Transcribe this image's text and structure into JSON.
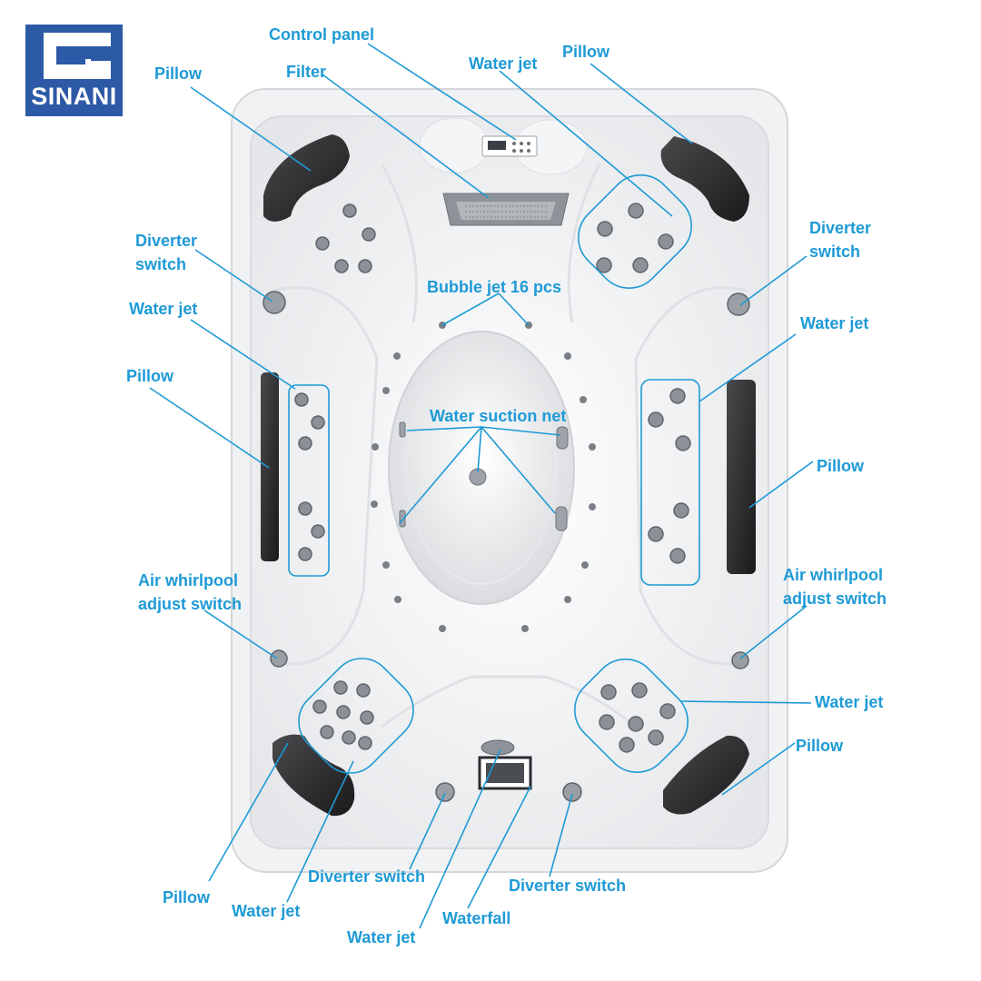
{
  "logo": {
    "text": "SINANI",
    "color": "#2d5aa6"
  },
  "label_color": "#1e9ad6",
  "labels": {
    "control_panel": "Control panel",
    "filter": "Filter",
    "water_jet_top": "Water jet",
    "pillow_top_right": "Pillow",
    "pillow_top_left": "Pillow",
    "diverter_left_1": "Diverter",
    "diverter_left_2": "switch",
    "diverter_right_1": "Diverter",
    "diverter_right_2": "switch",
    "bubble_jet": "Bubble jet 16 pcs",
    "water_jet_left": "Water jet",
    "water_jet_right": "Water jet",
    "pillow_left": "Pillow",
    "water_suction": "Water suction net",
    "pillow_right": "Pillow",
    "air_left_1": "Air whirlpool",
    "air_left_2": "adjust switch",
    "air_right_1": "Air whirlpool",
    "air_right_2": "adjust switch",
    "water_jet_lower_right": "Water jet",
    "pillow_lower_right": "Pillow",
    "diverter_bottom_left": "Diverter switch",
    "diverter_bottom_right": "Diverter switch",
    "pillow_bottom_left": "Pillow",
    "water_jet_bottom_left": "Water jet",
    "waterfall": "Waterfall",
    "water_jet_bottom": "Water jet"
  }
}
